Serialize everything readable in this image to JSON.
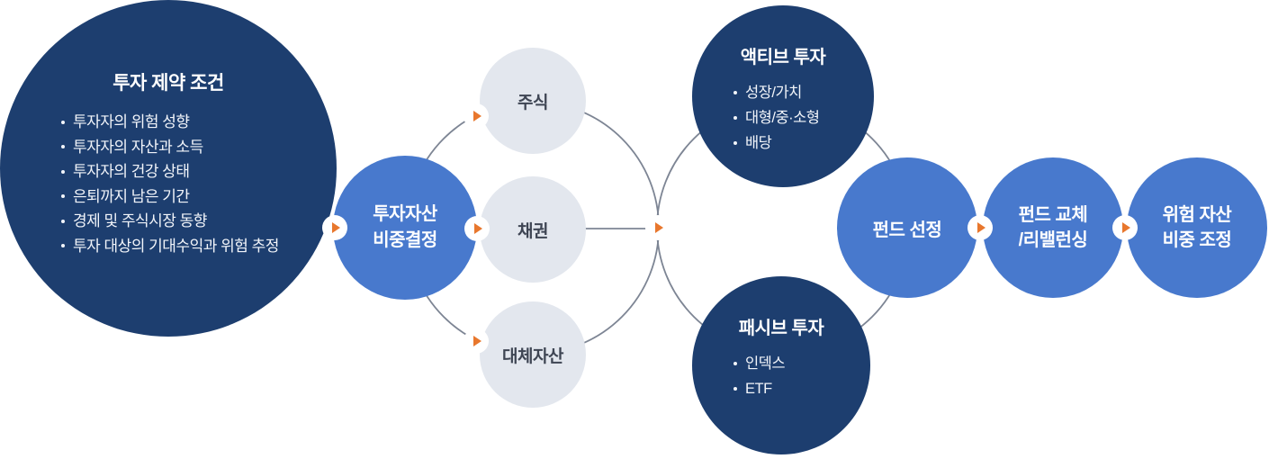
{
  "colors": {
    "navy_circle": "#1d3e6f",
    "blue_circle": "#4879cd",
    "gray_circle": "#e3e7ee",
    "connector_line": "#7d8594",
    "arrow_orange": "#e8772d",
    "gray_circle_text": "#3e4553"
  },
  "diagram": {
    "constraints": {
      "title": "투자 제약 조건",
      "bullets": [
        "투자자의 위험 성향",
        "투자자의 자산과 소득",
        "투자자의 건강 상태",
        "은퇴까지 남은 기간",
        "경제 및 주식시장 동향",
        "투자 대상의 기대수익과 위험 추정"
      ]
    },
    "allocation": {
      "lines": [
        "투자자산",
        "비중결정"
      ]
    },
    "assets": {
      "stock": "주식",
      "bond": "채권",
      "alternative": "대체자산"
    },
    "active": {
      "title": "액티브 투자",
      "bullets": [
        "성장/가치",
        "대형/중·소형",
        "배당"
      ]
    },
    "passive": {
      "title": "패시브 투자",
      "bullets": [
        "인덱스",
        "ETF"
      ]
    },
    "fund_selection": {
      "label": "펀드 선정"
    },
    "fund_replacement": {
      "lines": [
        "펀드 교체",
        "/리밸런싱"
      ]
    },
    "risk_adjustment": {
      "lines": [
        "위험 자산",
        "비중 조정"
      ]
    }
  }
}
